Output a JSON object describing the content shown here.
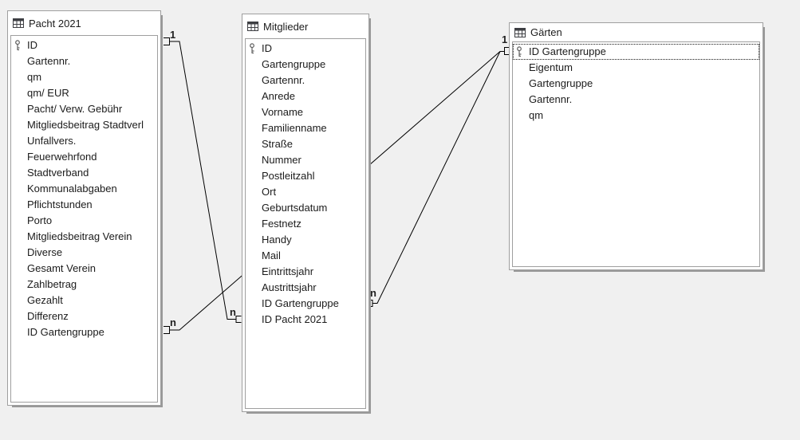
{
  "canvas": {
    "background": "#f0f0f0",
    "table_fill": "#ffffff",
    "border_color": "#9f9f9f",
    "line_color": "#000000",
    "icons": {
      "header": "table-grid-icon",
      "key": "primary-key-icon"
    }
  },
  "tables": [
    {
      "title": "Pacht 2021",
      "fields": [
        {
          "name": "ID",
          "key": true
        },
        {
          "name": "Gartennr."
        },
        {
          "name": "qm"
        },
        {
          "name": "qm/ EUR"
        },
        {
          "name": "Pacht/ Verw. Gebühr"
        },
        {
          "name": "Mitgliedsbeitrag Stadtverl"
        },
        {
          "name": "Unfallvers."
        },
        {
          "name": "Feuerwehrfond"
        },
        {
          "name": "Stadtverband"
        },
        {
          "name": "Kommunalabgaben"
        },
        {
          "name": "Pflichtstunden"
        },
        {
          "name": "Porto"
        },
        {
          "name": "Mitgliedsbeitrag Verein"
        },
        {
          "name": "Diverse"
        },
        {
          "name": "Gesamt Verein"
        },
        {
          "name": "Zahlbetrag"
        },
        {
          "name": "Gezahlt"
        },
        {
          "name": "Differenz"
        },
        {
          "name": "ID Gartengruppe"
        }
      ]
    },
    {
      "title": "Mitglieder",
      "fields": [
        {
          "name": "ID",
          "key": true
        },
        {
          "name": "Gartengruppe"
        },
        {
          "name": "Gartennr."
        },
        {
          "name": "Anrede"
        },
        {
          "name": "Vorname"
        },
        {
          "name": "Familienname"
        },
        {
          "name": "Straße"
        },
        {
          "name": "Nummer"
        },
        {
          "name": "Postleitzahl"
        },
        {
          "name": "Ort"
        },
        {
          "name": "Geburtsdatum"
        },
        {
          "name": "Festnetz"
        },
        {
          "name": "Handy"
        },
        {
          "name": "Mail"
        },
        {
          "name": "Eintrittsjahr"
        },
        {
          "name": "Austrittsjahr"
        },
        {
          "name": "ID Gartengruppe"
        },
        {
          "name": "ID Pacht 2021"
        }
      ]
    },
    {
      "title": "Gärten",
      "fields": [
        {
          "name": "ID Gartengruppe",
          "key": true,
          "selected": true
        },
        {
          "name": "Eigentum"
        },
        {
          "name": "Gartengruppe"
        },
        {
          "name": "Gartennr."
        },
        {
          "name": "qm"
        }
      ]
    }
  ],
  "relationships": [
    {
      "from_table": "Pacht 2021",
      "from_field": "ID",
      "from_card": "1",
      "to_table": "Mitglieder",
      "to_field": "ID Pacht 2021",
      "to_card": "n"
    },
    {
      "from_table": "Gärten",
      "from_field": "ID Gartengruppe",
      "from_card": "1",
      "to_table": "Pacht 2021",
      "to_field": "ID Gartengruppe",
      "to_card": "n"
    },
    {
      "from_table": "Gärten",
      "from_field": "ID Gartengruppe",
      "from_card": "1",
      "to_table": "Mitglieder",
      "to_field": "ID Gartengruppe",
      "to_card": "n"
    }
  ]
}
